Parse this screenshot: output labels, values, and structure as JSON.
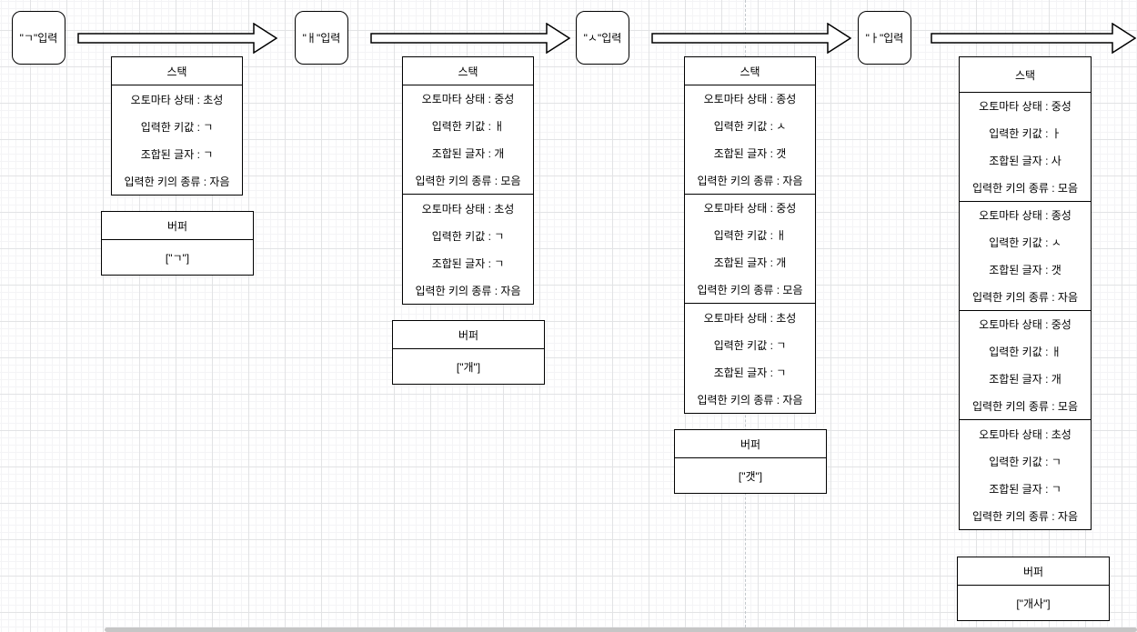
{
  "diagram": {
    "steps": [
      {
        "input": {
          "label": "\"ㄱ\"입력"
        },
        "stack": {
          "title": "스택",
          "entries": [
            {
              "state": "오토마타 상태 : 초성",
              "key": "입력한 키값 : ㄱ",
              "letter": "조합된 글자 : ㄱ",
              "kind": "입력한 키의 종류 : 자음"
            }
          ]
        },
        "buffer": {
          "title": "버퍼",
          "value": "[\"ㄱ\"]"
        }
      },
      {
        "input": {
          "label": "\"ㅐ\"입력"
        },
        "stack": {
          "title": "스택",
          "entries": [
            {
              "state": "오토마타 상태 : 중성",
              "key": "입력한 키값 : ㅐ",
              "letter": "조합된 글자 : 개",
              "kind": "입력한 키의 종류 : 모음"
            },
            {
              "state": "오토마타 상태 : 초성",
              "key": "입력한 키값 : ㄱ",
              "letter": "조합된 글자 : ㄱ",
              "kind": "입력한 키의 종류 : 자음"
            }
          ]
        },
        "buffer": {
          "title": "버퍼",
          "value": "[\"개\"]"
        }
      },
      {
        "input": {
          "label": "\"ㅅ\"입력"
        },
        "stack": {
          "title": "스택",
          "entries": [
            {
              "state": "오토마타 상태 : 종성",
              "key": "입력한 키값 : ㅅ",
              "letter": "조합된 글자 : 갯",
              "kind": "입력한 키의 종류 : 자음"
            },
            {
              "state": "오토마타 상태 : 중성",
              "key": "입력한 키값 : ㅐ",
              "letter": "조합된 글자 : 개",
              "kind": "입력한 키의 종류 : 모음"
            },
            {
              "state": "오토마타 상태 : 초성",
              "key": "입력한 키값 : ㄱ",
              "letter": "조합된 글자 : ㄱ",
              "kind": "입력한 키의 종류 : 자음"
            }
          ]
        },
        "buffer": {
          "title": "버퍼",
          "value": "[\"갯\"]"
        }
      },
      {
        "input": {
          "label": "\"ㅏ\"입력"
        },
        "stack": {
          "title": "스택",
          "entries": [
            {
              "state": "오토마타 상태 : 중성",
              "key": "입력한 키값 : ㅏ",
              "letter": "조합된 글자 : 사",
              "kind": "입력한 키의 종류 : 모음"
            },
            {
              "state": "오토마타 상태 : 종성",
              "key": "입력한 키값 : ㅅ",
              "letter": "조합된 글자 : 갯",
              "kind": "입력한 키의 종류 : 자음"
            },
            {
              "state": "오토마타 상태 : 중성",
              "key": "입력한 키값 : ㅐ",
              "letter": "조합된 글자 : 개",
              "kind": "입력한 키의 종류 : 모음"
            },
            {
              "state": "오토마타 상태 : 초성",
              "key": "입력한 키값 : ㄱ",
              "letter": "조합된 글자 : ㄱ",
              "kind": "입력한 키의 종류 : 자음"
            }
          ]
        },
        "buffer": {
          "title": "버퍼",
          "value": "[\"개사\"]"
        }
      }
    ],
    "colors": {
      "shape_stroke": "#000000",
      "shape_fill": "#ffffff",
      "page_break": "#c3c8cc"
    }
  }
}
